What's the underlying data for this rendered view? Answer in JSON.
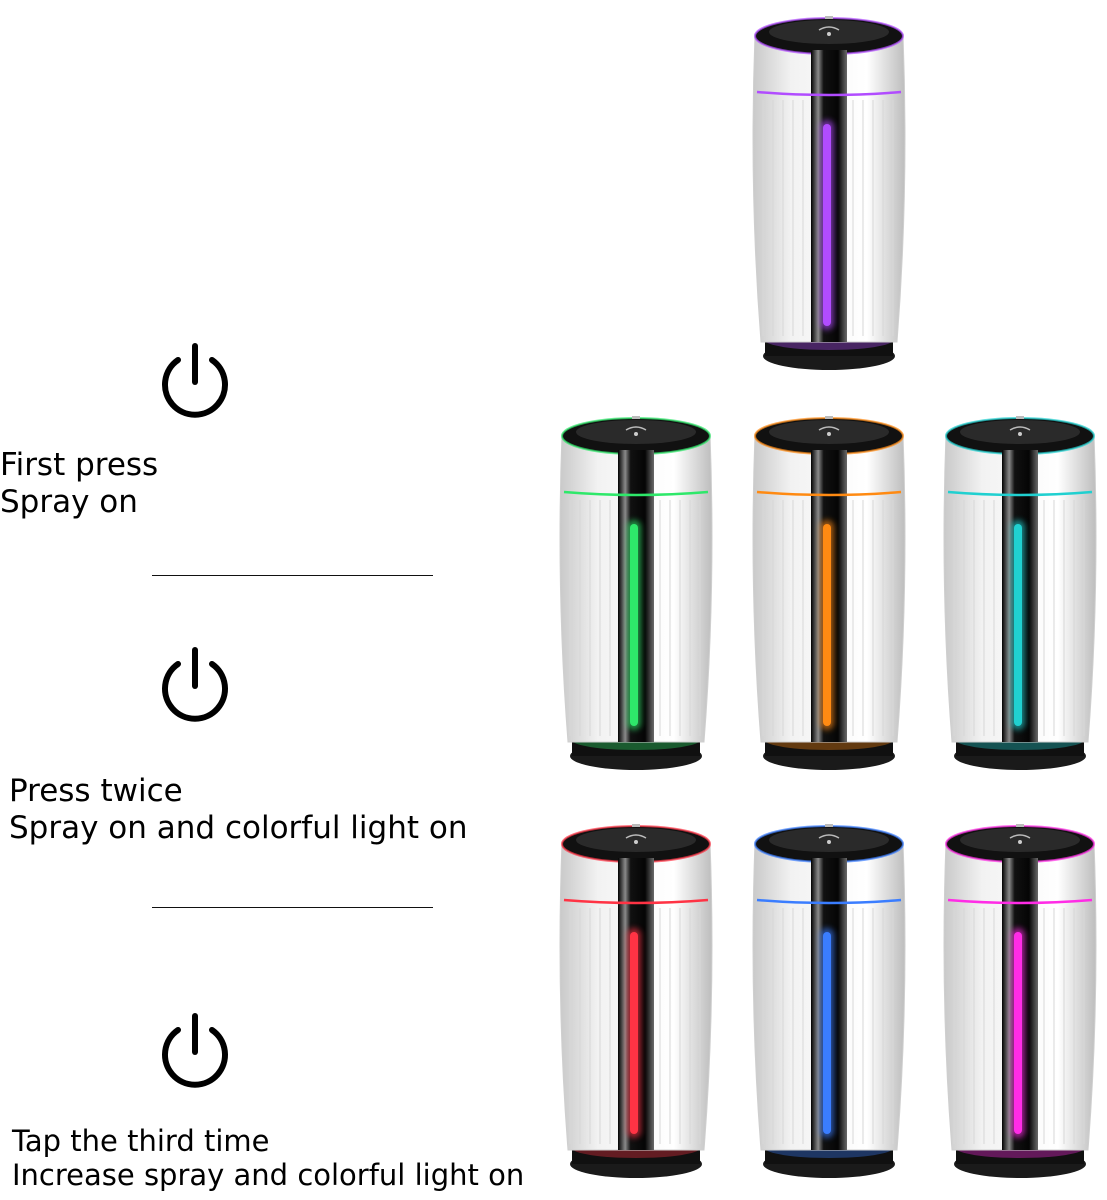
{
  "steps": [
    {
      "line1": "First press",
      "line2": "Spray on"
    },
    {
      "line1": "Press twice",
      "line2": "Spray on and colorful light on"
    },
    {
      "line1": "Tap the third time",
      "line2": "Increase spray and colorful light on"
    }
  ],
  "icons": {
    "power": "power-icon"
  },
  "colors": {
    "purple": "#b14cff",
    "green": "#2ee86a",
    "orange": "#ff8a12",
    "cyan": "#20d0d0",
    "red": "#ff3344",
    "blue": "#3a7dff",
    "magenta": "#ff2ce6",
    "device_body": "#f2f2f2",
    "device_trim": "#111111"
  },
  "devices": [
    {
      "light": "purple"
    },
    {
      "light": "green"
    },
    {
      "light": "orange"
    },
    {
      "light": "cyan"
    },
    {
      "light": "red"
    },
    {
      "light": "blue"
    },
    {
      "light": "magenta"
    }
  ]
}
